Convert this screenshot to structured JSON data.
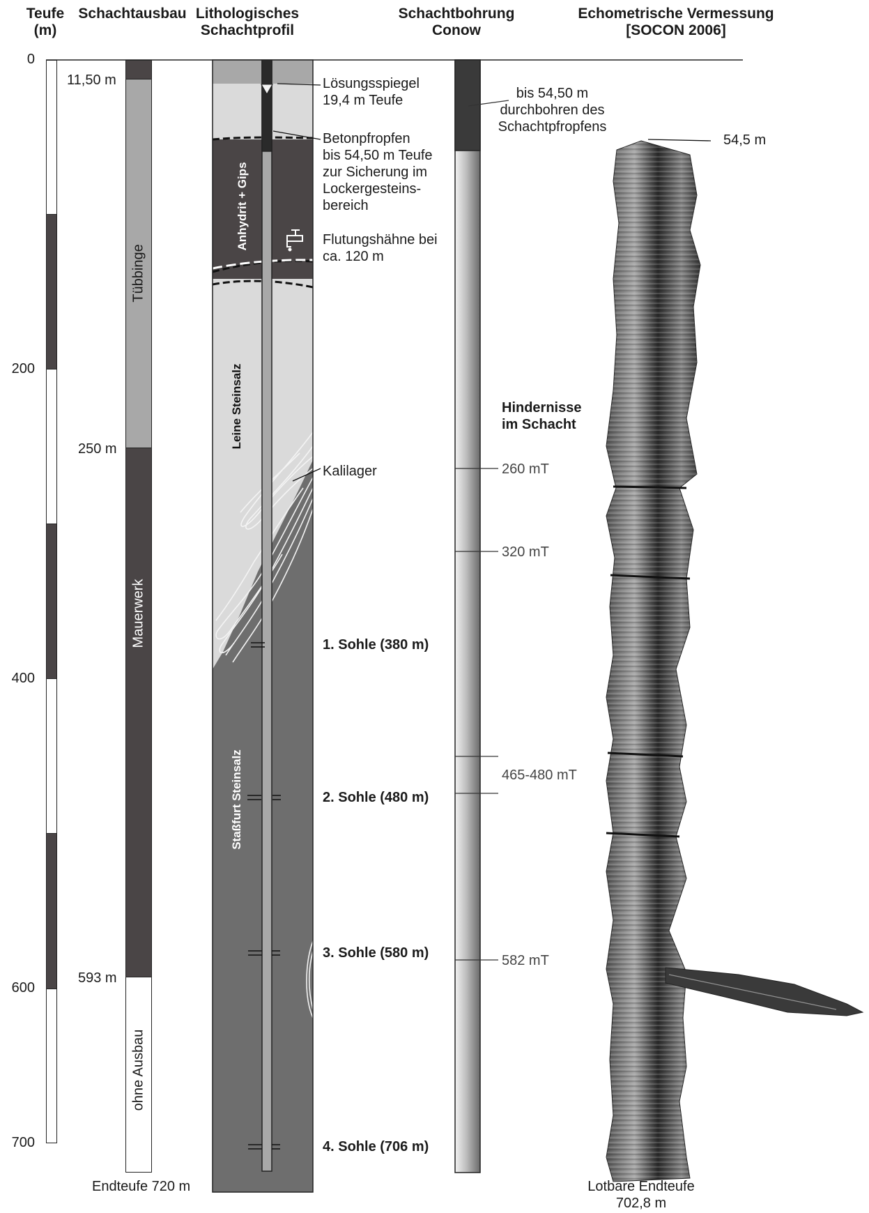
{
  "headers": {
    "teufe_1": "Teufe",
    "teufe_2": "(m)",
    "ausbau": "Schachtausbau",
    "profil_1": "Lithologisches",
    "profil_2": "Schachtprofil",
    "bohrung_1": "Schachtbohrung",
    "bohrung_2": "Conow",
    "echo_1": "Echometrische Vermessung",
    "echo_2": "[SOCON 2006]"
  },
  "depth_axis": {
    "ticks": [
      "0",
      "200",
      "400",
      "600",
      "700"
    ]
  },
  "ausbau": {
    "label_top": "11,50 m",
    "label_250": "250 m",
    "label_593": "593 m",
    "label_end": "Endteufe 720 m",
    "tuebbinge": "Tübbinge",
    "mauerwerk": "Mauerwerk",
    "ohne": "ohne Ausbau"
  },
  "profil": {
    "anhydrit": "Anhydrit + Gips",
    "leine": "Leine Steinsalz",
    "stassfurt": "Staßfurt Steinsalz",
    "loesung_1": "Lösungsspiegel",
    "loesung_2": "19,4 m Teufe",
    "beton_1": "Betonpfropfen",
    "beton_2": "bis 54,50 m Teufe",
    "beton_3": "zur Sicherung im",
    "beton_4": "Lockergesteins-",
    "beton_5": "bereich",
    "flutung_1": "Flutungshähne bei",
    "flutung_2": "ca. 120 m",
    "kali": "Kalilager",
    "sohle1": "1. Sohle (380 m)",
    "sohle2": "2. Sohle (480 m)",
    "sohle3": "3. Sohle (580 m)",
    "sohle4": "4. Sohle (706 m)"
  },
  "bohrung": {
    "note_1": "bis 54,50 m",
    "note_2": "durchbohren des",
    "note_3": "Schachtpfropfens",
    "hindernisse_1": "Hindernisse",
    "hindernisse_2": "im Schacht",
    "h260": "260 mT",
    "h320": "320 mT",
    "h465": "465-480 mT",
    "h582": "582 mT"
  },
  "echo": {
    "top": "54,5 m",
    "end_1": "Lotbare Endteufe",
    "end_2": "702,8 m"
  },
  "colors": {
    "dark": "#4a4546",
    "mid_gray": "#a8a8a8",
    "light_gray": "#dadada",
    "stassfurt": "#6e6e6e"
  }
}
